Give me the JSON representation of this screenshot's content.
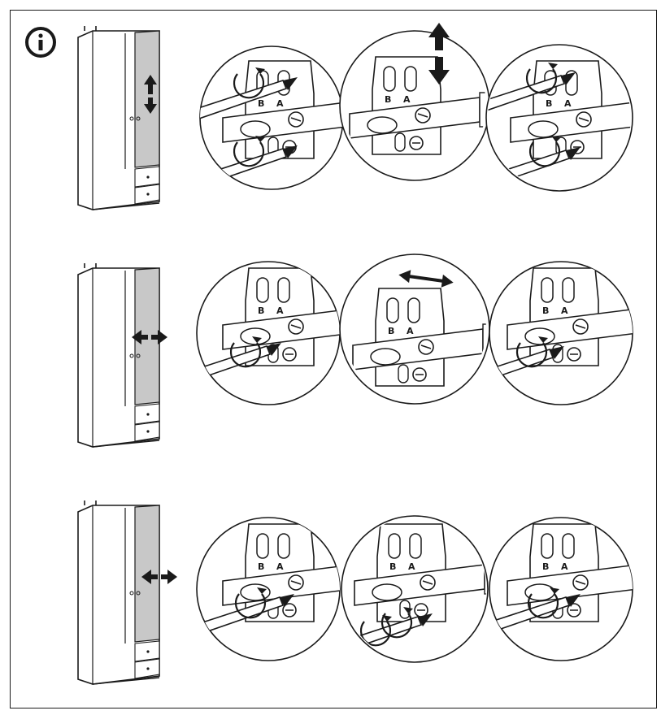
{
  "document": {
    "info_icon": "info-circle-icon",
    "hinge_marks": {
      "left": "B",
      "right": "A"
    },
    "steps": [
      {
        "adjustment": "vertical",
        "arrow": "up-down",
        "views": 3
      },
      {
        "adjustment": "horizontal",
        "arrow": "left-right",
        "views": 3
      },
      {
        "adjustment": "depth",
        "arrow": "left-right",
        "views": 3
      }
    ]
  }
}
